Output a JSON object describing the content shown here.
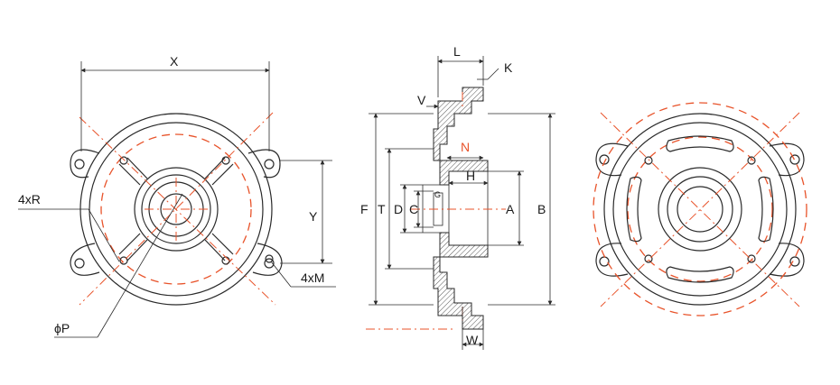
{
  "colors": {
    "line": "#2a2a2a",
    "center": "#e8532a"
  },
  "labels": {
    "X": "X",
    "Y": "Y",
    "R": "4xR",
    "M": "4xM",
    "P": "ϕP",
    "L": "L",
    "K": "K",
    "V": "V",
    "N": "N",
    "H": "H",
    "G": "G",
    "F": "F",
    "T": "T",
    "D": "D",
    "C": "C",
    "A": "A",
    "B": "B",
    "W": "W"
  }
}
